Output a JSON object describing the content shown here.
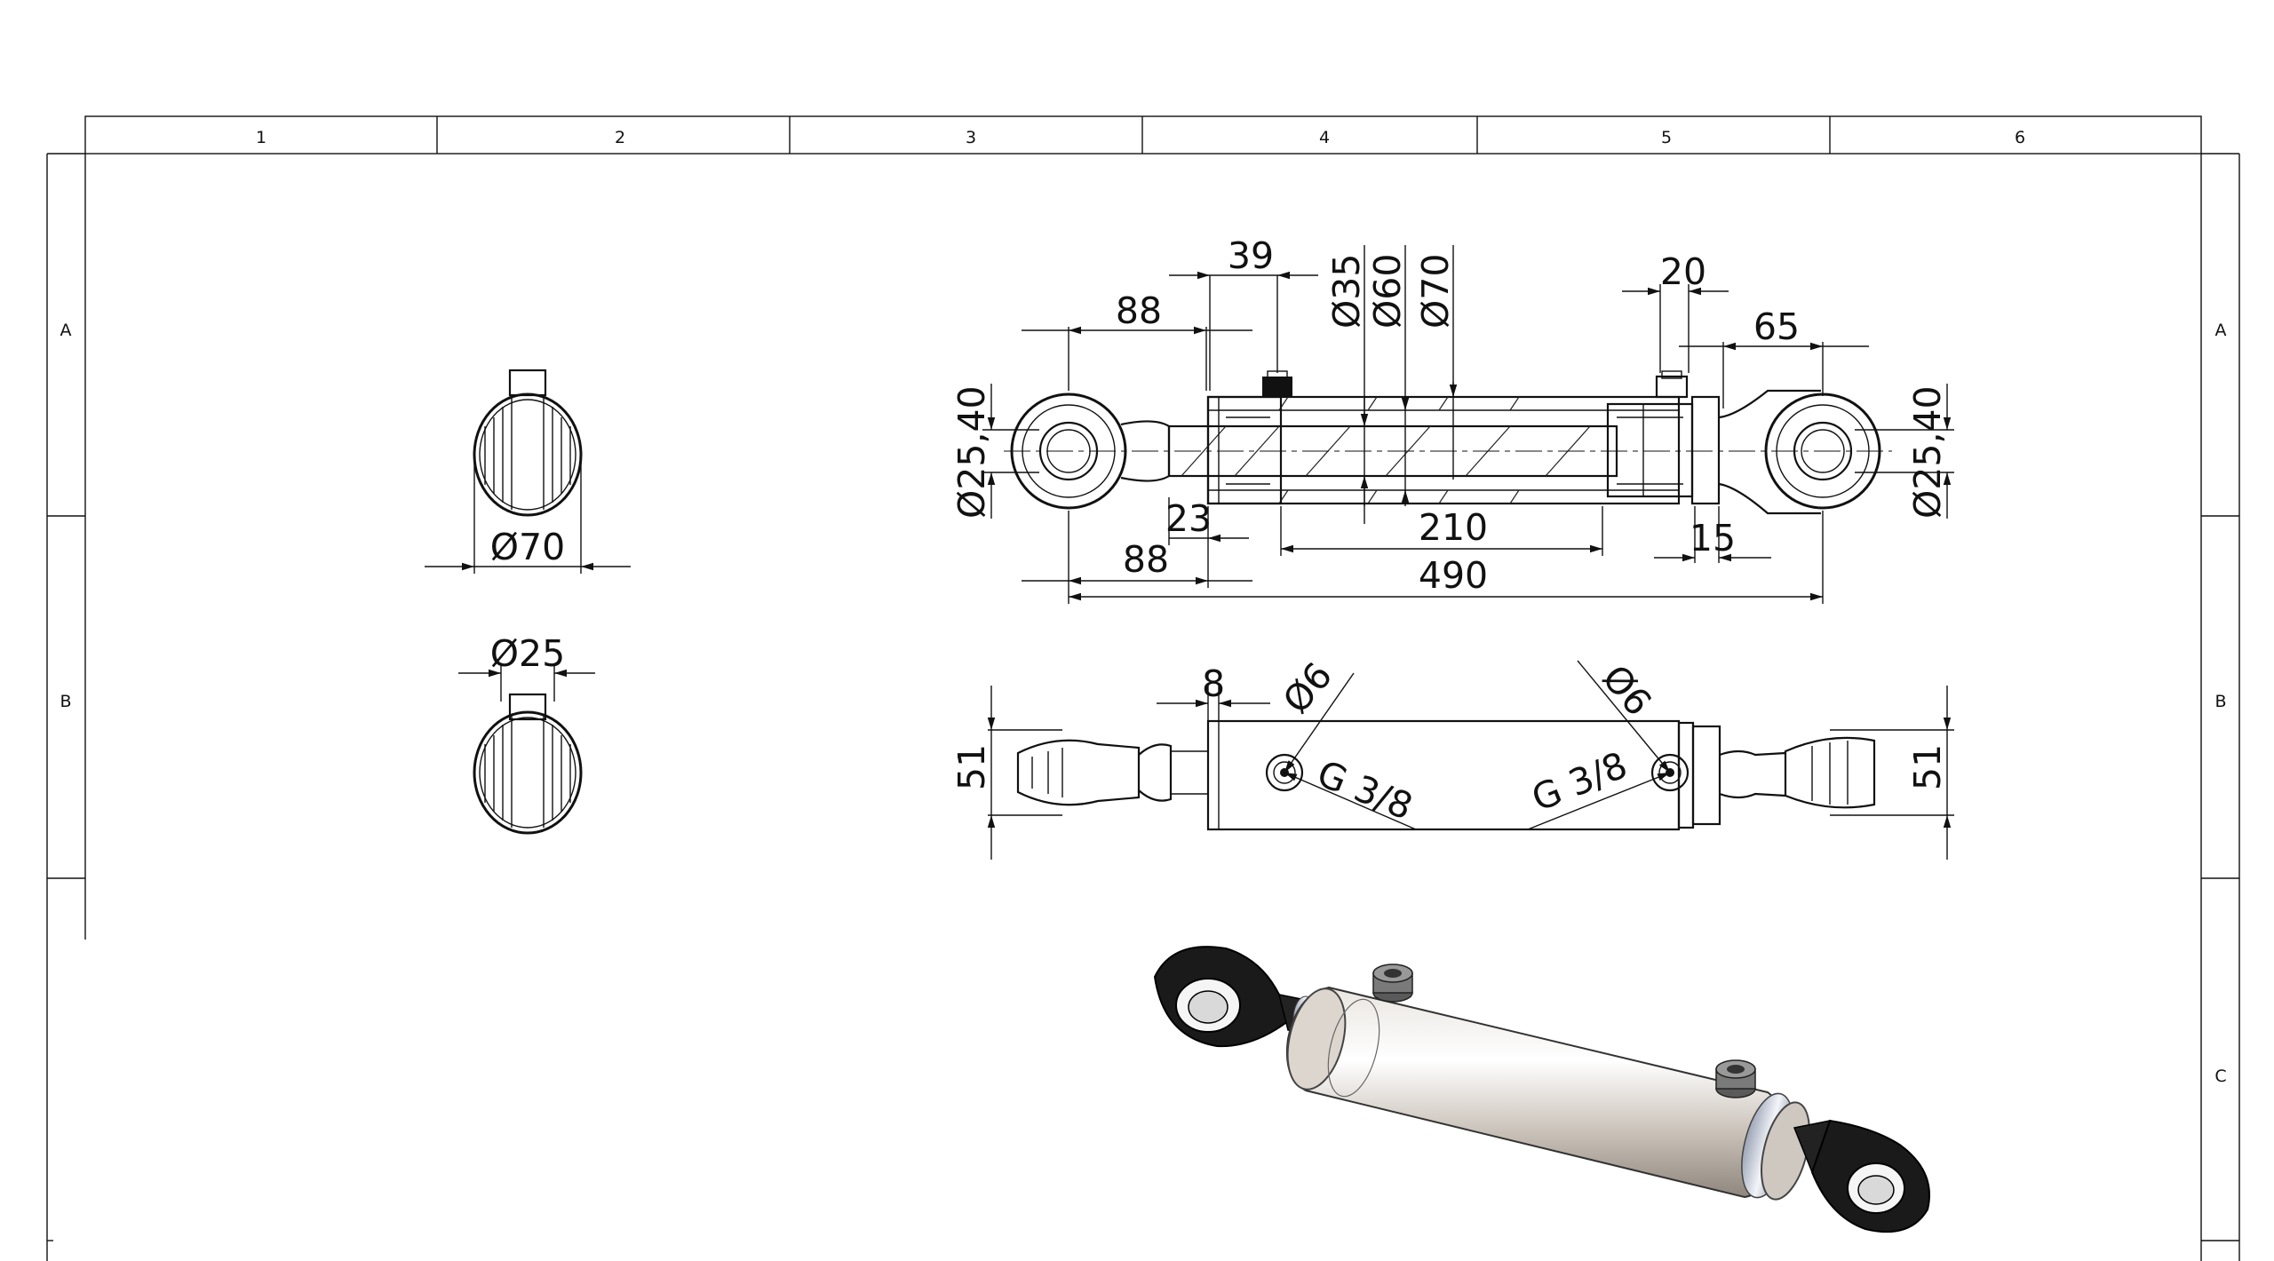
{
  "border": {
    "top_zones": [
      "1",
      "2",
      "3",
      "4",
      "5",
      "6"
    ],
    "left_zones": [
      "A",
      "B"
    ],
    "right_zones": [
      "A",
      "B",
      "C"
    ]
  },
  "colors": {
    "line": "#111111",
    "cylinder_body": "#cfc8c0",
    "eye_dark": "#1a1a1a",
    "background": "#ffffff"
  },
  "end_views": {
    "upper_diameter": "Ø70",
    "lower_diameter": "Ø25"
  },
  "front_view": {
    "dims": {
      "d39": "39",
      "d88_top": "88",
      "dia35": "Ø35",
      "dia60": "Ø60",
      "dia70": "Ø70",
      "d20": "20",
      "d65": "65",
      "dia25_40_left": "Ø25,40",
      "dia25_40_right": "Ø25,40",
      "d23": "23",
      "d210": "210",
      "d15": "15",
      "d88_bottom": "88",
      "d490": "490"
    }
  },
  "top_view": {
    "dims": {
      "d8": "8",
      "dia6_left": "Ø6",
      "dia6_right": "Ø6",
      "port_left": "G 3/8",
      "port_right": "G 3/8",
      "h51_left": "51",
      "h51_right": "51"
    }
  }
}
